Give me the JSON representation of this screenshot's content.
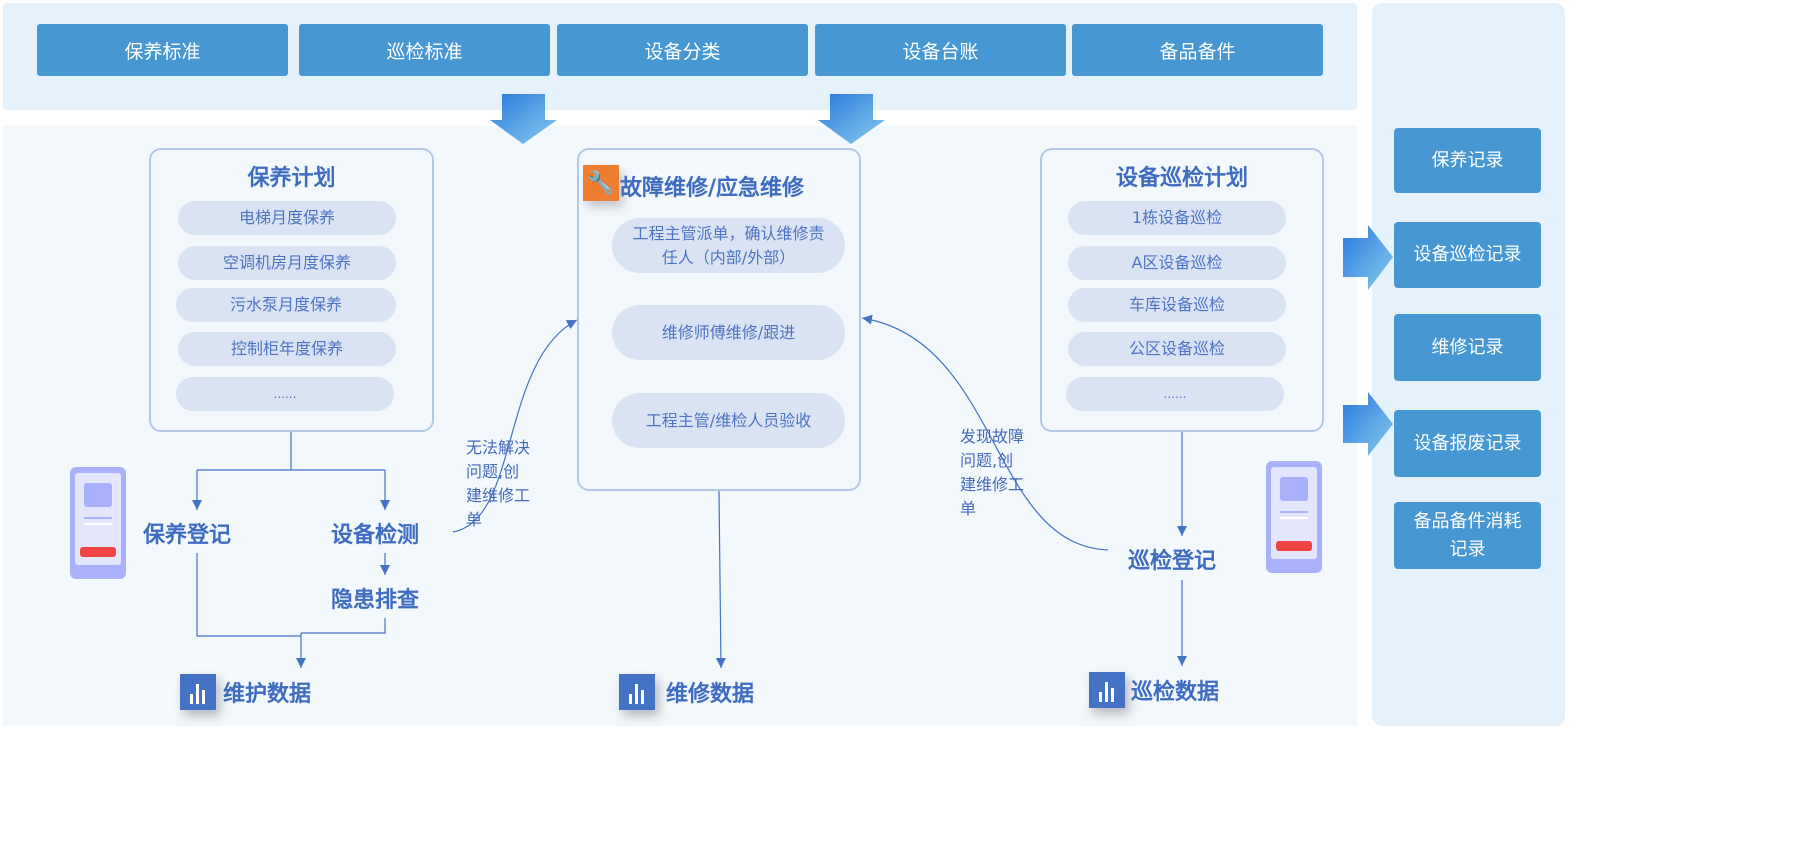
{
  "top_standards": [
    "保养标准",
    "巡检标准",
    "设备分类",
    "设备台账",
    "备品备件"
  ],
  "records": [
    "保养记录",
    "设备巡检记录",
    "维修记录",
    "设备报废记录",
    "备品备件消耗记录"
  ],
  "maintenance_plan": {
    "title": "保养计划",
    "items": [
      "电梯月度保养",
      "空调机房月度保养",
      "污水泵月度保养",
      "控制柜年度保养",
      "......"
    ]
  },
  "repair": {
    "title": "故障维修/应急维修",
    "icon": "wrench-gear-icon",
    "steps": [
      "工程主管派单，确认维修责任人（内部/外部）",
      "维修师傅维修/跟进",
      "工程主管/维检人员验收"
    ]
  },
  "inspection_plan": {
    "title": "设备巡检计划",
    "items": [
      "1栋设备巡检",
      "A区设备巡检",
      "车库设备巡检",
      "公区设备巡检",
      "......"
    ]
  },
  "flow": {
    "maint_register": "保养登记",
    "equip_check": "设备检测",
    "hazard_check": "隐患排查",
    "inspect_register": "巡检登记",
    "note_left": "无法解决问题,创建维修工单",
    "note_right": "发现故障问题,创建维修工单"
  },
  "data_outputs": [
    "维护数据",
    "维修数据",
    "巡检数据"
  ],
  "colors": {
    "button": "#4797d2",
    "text": "#3d6cc0",
    "accent": "#ed7d31",
    "alert": "#ef4444"
  }
}
